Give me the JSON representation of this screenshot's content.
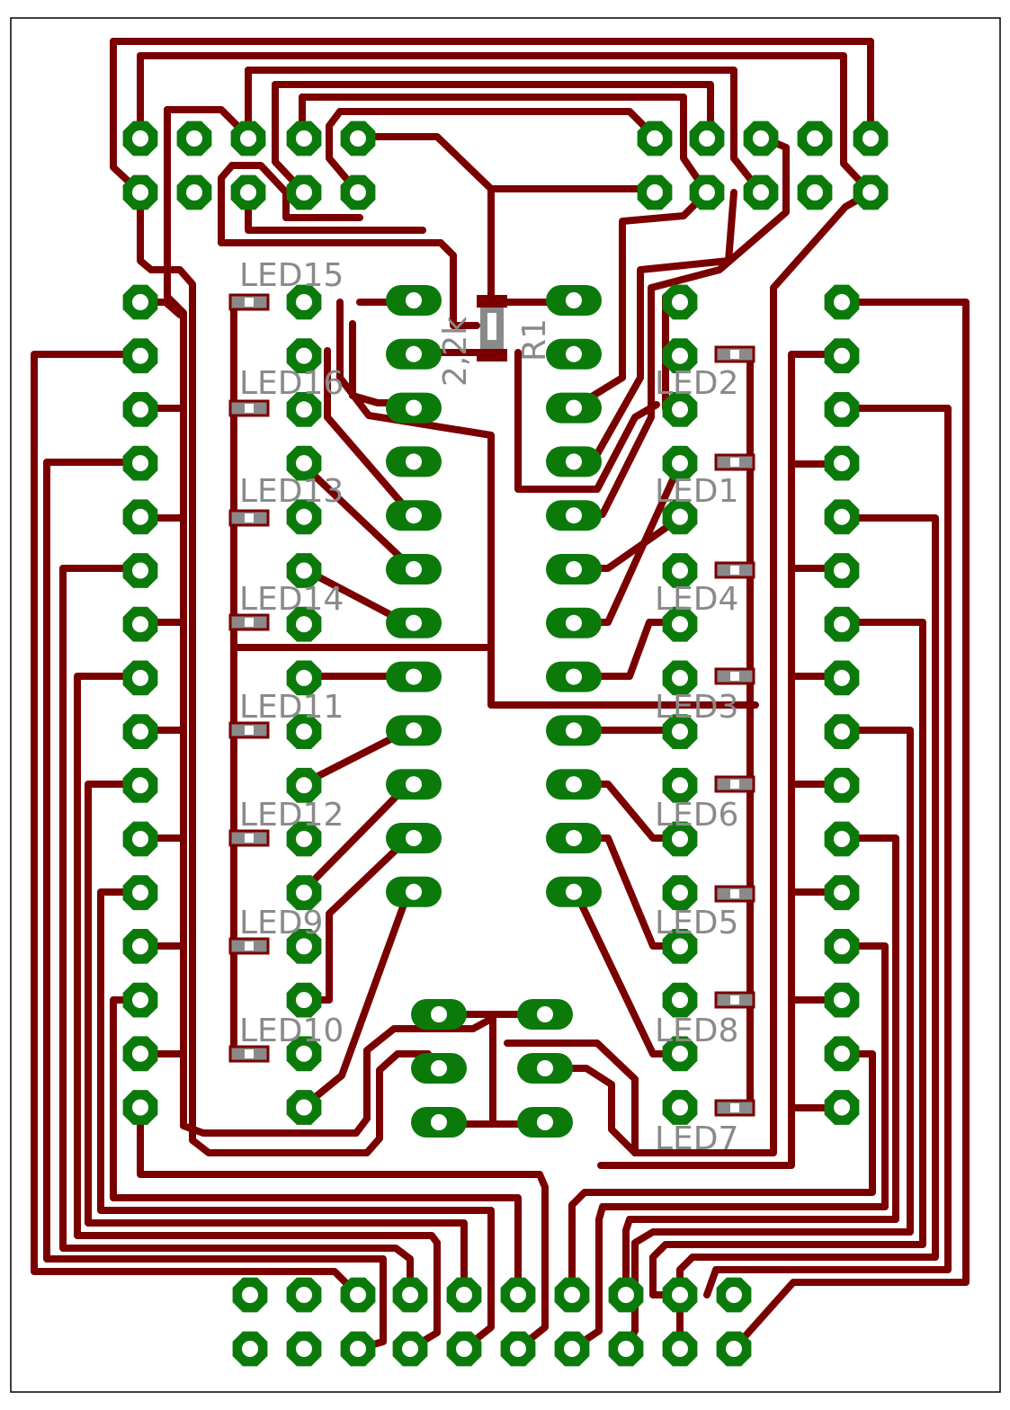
{
  "board": {
    "colors": {
      "background": "#ffffff",
      "trace": "#7a0000",
      "pad": "#0b7a0b",
      "silkscreen": "#8a8a8a",
      "outline": "#000000"
    }
  },
  "labels": {
    "LED15": "LED15",
    "LED16": "LED16",
    "LED13": "LED13",
    "LED14": "LED14",
    "LED11": "LED11",
    "LED12": "LED12",
    "LED9": "LED9",
    "LED10": "LED10",
    "LED2": "LED2",
    "LED1": "LED1",
    "LED4": "LED4",
    "LED3": "LED3",
    "LED6": "LED6",
    "LED5": "LED5",
    "LED8": "LED8",
    "LED7": "LED7",
    "R1": "R1",
    "R1_value": "2,2k"
  }
}
